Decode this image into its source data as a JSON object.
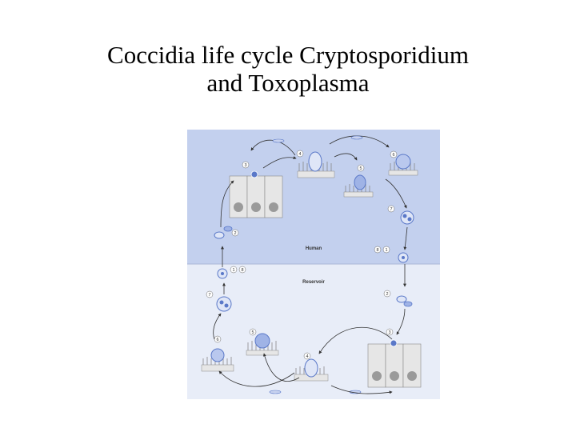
{
  "title": {
    "line1": "Coccidia life cycle Cryptosporidium",
    "line2": "and Toxoplasma"
  },
  "diagram": {
    "zone_top_label": "Human",
    "zone_bottom_label": "Reservoir",
    "colors": {
      "human_zone": "#c3d0ee",
      "reservoir_zone": "#e8edf8",
      "cell": "#e6e6e6",
      "nucleus": "#9a9a9a",
      "parasite": "#5a78c8",
      "arrow": "#333333"
    },
    "stage_numbers": [
      "1",
      "2",
      "3",
      "4",
      "5",
      "6",
      "7",
      "8"
    ],
    "cell_group_icon": "epithelial-cells-icon",
    "parasite_icon": "parasite-icon",
    "arrow_icon": "cycle-arrow-icon"
  }
}
